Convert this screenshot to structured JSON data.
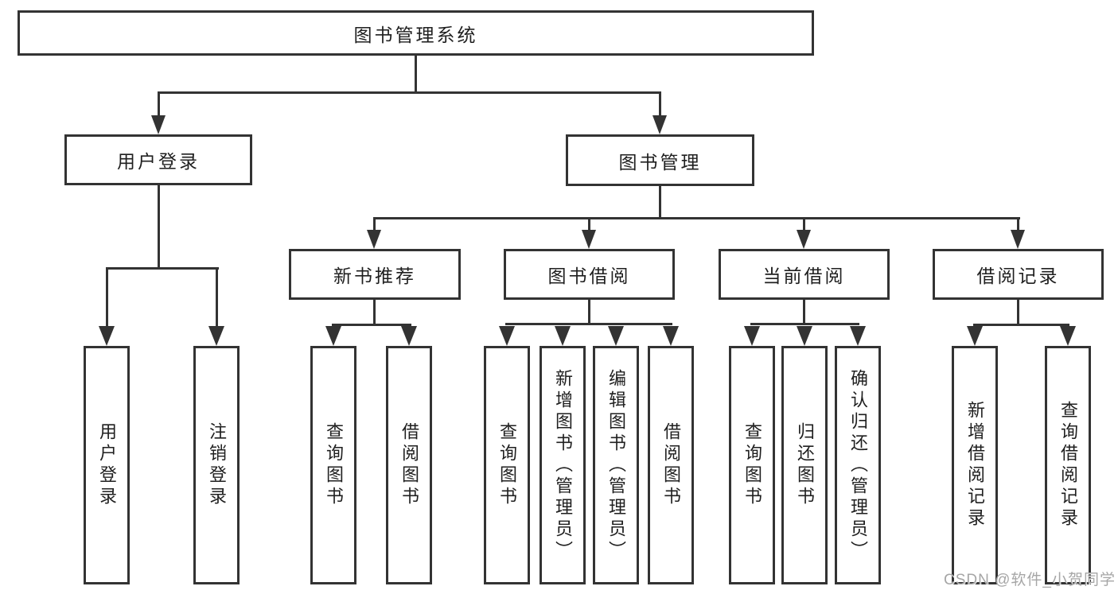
{
  "root": {
    "label": "图书管理系统"
  },
  "user_login_branch": {
    "label": "用户登录",
    "children": [
      {
        "label": "用户登录"
      },
      {
        "label": "注销登录"
      }
    ]
  },
  "book_management_branch": {
    "label": "图书管理",
    "groups": [
      {
        "label": "新书推荐",
        "children": [
          {
            "label": "查询图书"
          },
          {
            "label": "借阅图书"
          }
        ]
      },
      {
        "label": "图书借阅",
        "children": [
          {
            "label": "查询图书"
          },
          {
            "label": "新增图书（管理员）"
          },
          {
            "label": "编辑图书（管理员）"
          },
          {
            "label": "借阅图书"
          }
        ]
      },
      {
        "label": "当前借阅",
        "children": [
          {
            "label": "查询图书"
          },
          {
            "label": "归还图书"
          },
          {
            "label": "确认归还（管理员）"
          }
        ]
      },
      {
        "label": "借阅记录",
        "children": [
          {
            "label": "新增借阅记录"
          },
          {
            "label": "查询借阅记录"
          }
        ]
      }
    ]
  },
  "watermark": {
    "text": "CSDN @软件_小贺同学"
  },
  "colors": {
    "line": "#333333",
    "box_border": "#333333",
    "text": "#1f1f1f",
    "watermark": "#a6a6a6",
    "background": "#ffffff"
  }
}
